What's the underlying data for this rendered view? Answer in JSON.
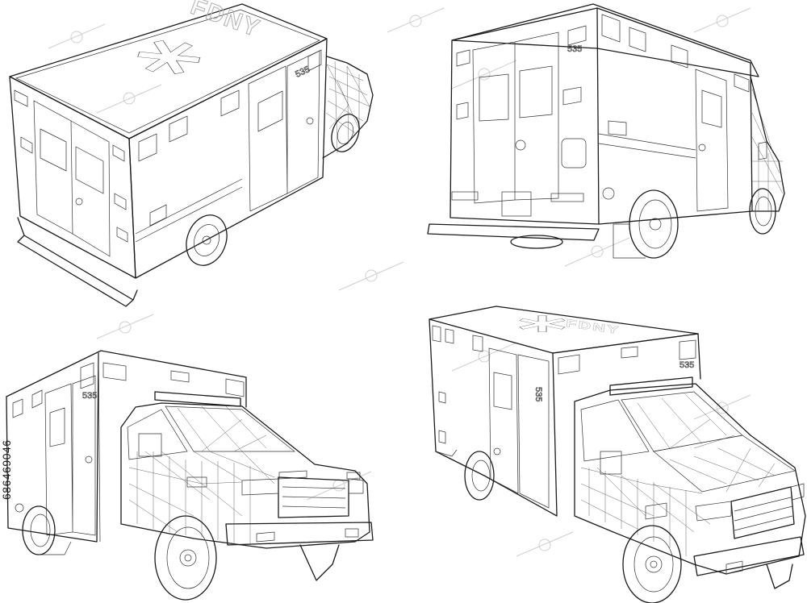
{
  "illustration": {
    "roof_text": "FDNY",
    "unit_number": "535",
    "stock_id": "686469046"
  },
  "colors": {
    "line": "#1a1a1a",
    "background": "#ffffff",
    "watermark": "#cfcfcf"
  }
}
